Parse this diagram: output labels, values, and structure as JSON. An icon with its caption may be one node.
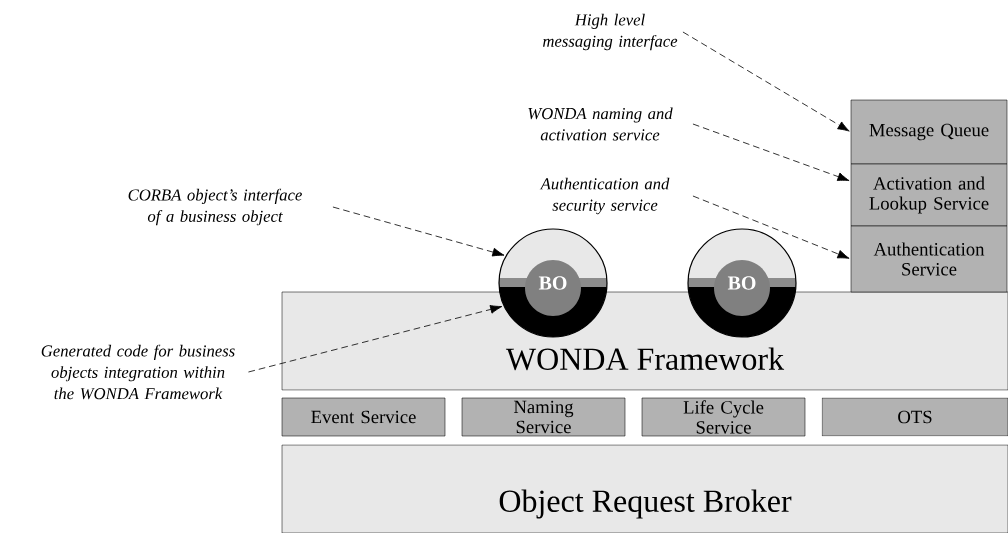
{
  "diagram": {
    "nodes": [
      {
        "text": [
          "WONDA Framework"
        ]
      },
      {
        "text": [
          "Event Service"
        ]
      },
      {
        "text": [
          "Naming Service"
        ]
      },
      {
        "text": [
          "Life Cycle Service"
        ]
      },
      {
        "text": [
          "OTS"
        ]
      },
      {
        "text": [
          "Object Request Broker"
        ]
      },
      {
        "text": [
          "Message Queue"
        ]
      },
      {
        "text": [
          "Activation and Lookup Service"
        ]
      },
      {
        "text": [
          "Authentication Service"
        ]
      },
      {
        "text": [
          "BO"
        ]
      },
      {
        "text": [
          "BO"
        ]
      },
      {
        "text": [
          "High level messaging interface"
        ]
      },
      {
        "text": [
          "WONDA naming and activation service"
        ]
      },
      {
        "text": [
          "Authentication and security service"
        ]
      },
      {
        "text": [
          "CORBA object’s interface of a business object"
        ]
      },
      {
        "text": [
          "Generated code for business objects integration within the WONDA Framework"
        ]
      }
    ],
    "edges": [
      {
        "from": 11,
        "to": 6,
        "arrow": "to",
        "style": "dashed"
      },
      {
        "from": 12,
        "to": 7,
        "arrow": "to",
        "style": "dashed"
      },
      {
        "from": 13,
        "to": 8,
        "arrow": "to",
        "style": "dashed"
      },
      {
        "from": 14,
        "to": 9,
        "arrow": "to",
        "style": "dashed"
      },
      {
        "from": 15,
        "to": 9,
        "arrow": "to",
        "style": "dashed"
      }
    ]
  }
}
